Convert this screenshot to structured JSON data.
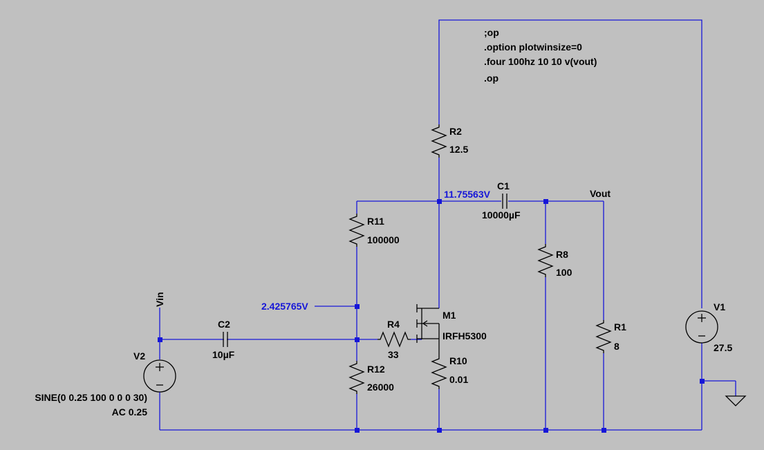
{
  "directives": [
    ";op",
    ".option plotwinsize=0",
    ".four 100hz 10 10 v(vout)",
    ".op"
  ],
  "components": {
    "r2": {
      "name": "R2",
      "value": "12.5"
    },
    "r11": {
      "name": "R11",
      "value": "100000"
    },
    "r12": {
      "name": "R12",
      "value": "26000"
    },
    "r4": {
      "name": "R4",
      "value": "33"
    },
    "r10": {
      "name": "R10",
      "value": "0.01"
    },
    "r8": {
      "name": "R8",
      "value": "100"
    },
    "r1": {
      "name": "R1",
      "value": "8"
    },
    "c1": {
      "name": "C1",
      "value": "10000µF"
    },
    "c2": {
      "name": "C2",
      "value": "10µF"
    },
    "m1": {
      "name": "M1",
      "value": "IRFH5300"
    },
    "v1": {
      "name": "V1",
      "value": "27.5"
    },
    "v2": {
      "name": "V2",
      "value": "SINE(0 0.25 100 0 0 0 30)",
      "ac": "AC 0.25"
    }
  },
  "nets": {
    "vin": "Vin",
    "vout": "Vout"
  },
  "voltages": {
    "drain": "11.75563V",
    "gate_bias": "2.425765V"
  },
  "colors": {
    "wire": "#1616d8",
    "component": "#000000",
    "background": "#c0c0c0",
    "voltage_label": "#1616d8"
  }
}
